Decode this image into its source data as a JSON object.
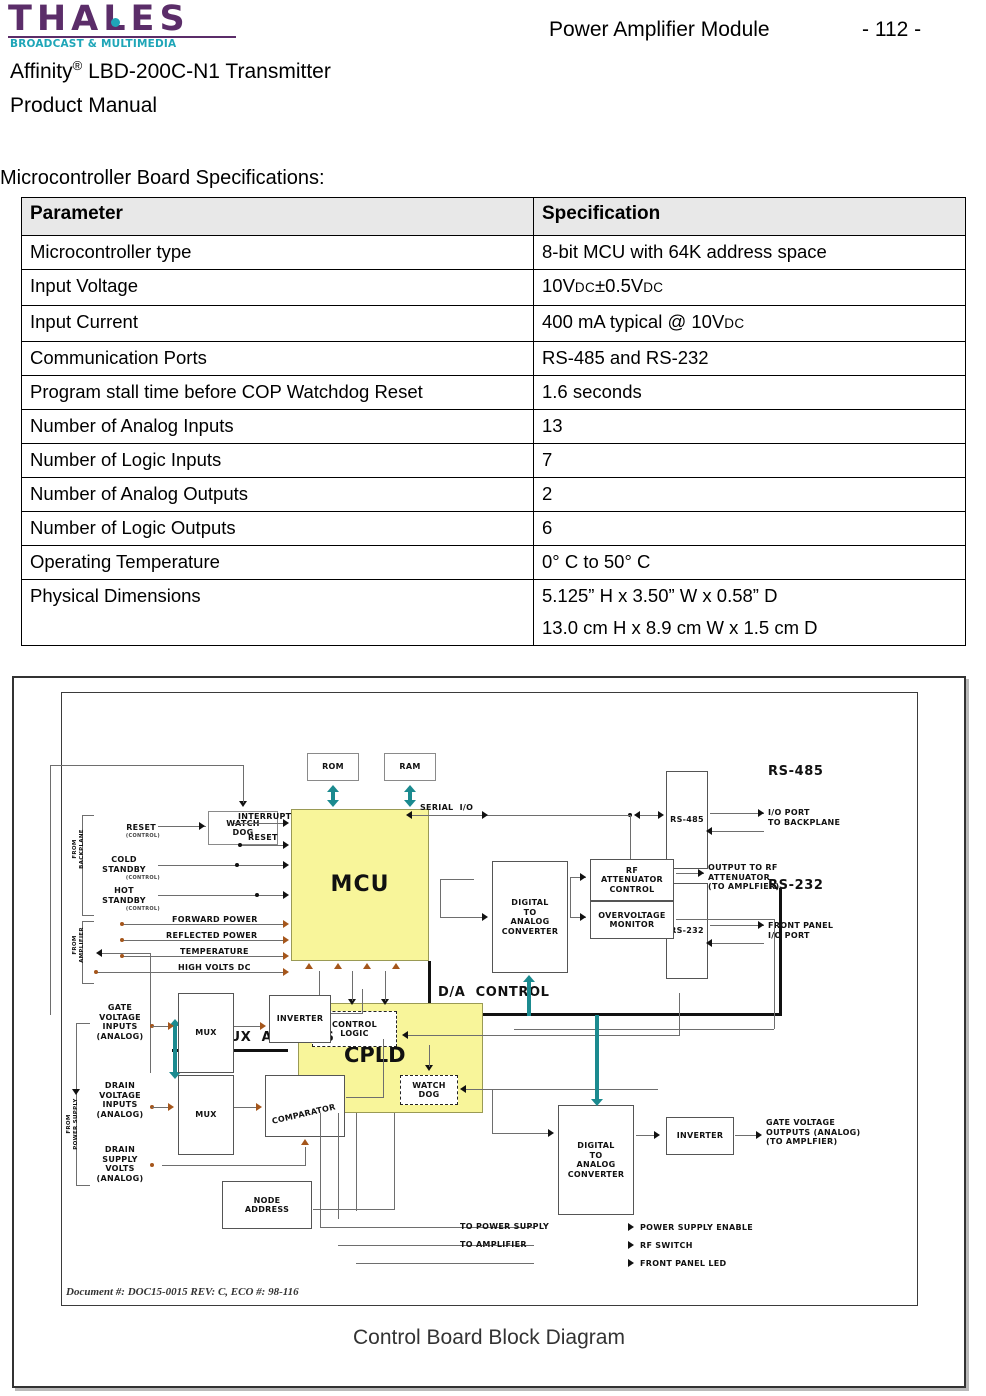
{
  "header": {
    "logo_word": "THALES",
    "logo_sub": "BROADCAST & MULTIMEDIA",
    "running_title": "Power Amplifier Module",
    "page_number": "- 112 -",
    "product_line1_pre": "Affinity",
    "product_line1_reg": "®",
    "product_line1_post": " LBD-200C-N1 Transmitter",
    "product_line2": "Product Manual"
  },
  "section": {
    "label": "Microcontroller Board Specifications:"
  },
  "table": {
    "headers": [
      "Parameter",
      "Specification"
    ],
    "rows": [
      {
        "parameter": "Microcontroller type",
        "spec": "8-bit MCU with 64K address space"
      },
      {
        "parameter": "Input Voltage",
        "spec_parts": [
          "10V",
          "DC",
          "±0.5V",
          "DC"
        ],
        "spec": "10VDC±0.5VDC"
      },
      {
        "parameter": "Input Current",
        "spec_parts": [
          "400 mA typical @ 10V",
          "DC"
        ],
        "spec": "400 mA typical @ 10VDC"
      },
      {
        "parameter": "Communication Ports",
        "spec": "RS-485 and RS-232"
      },
      {
        "parameter": "Program stall time before COP Watchdog Reset",
        "spec": "1.6 seconds"
      },
      {
        "parameter": "Number of Analog Inputs",
        "spec": "13"
      },
      {
        "parameter": "Number of Logic Inputs",
        "spec": "7"
      },
      {
        "parameter": "Number of Analog Outputs",
        "spec": "2"
      },
      {
        "parameter": "Number of Logic Outputs",
        "spec": "6"
      },
      {
        "parameter": "Operating Temperature",
        "spec": "0° C to 50° C"
      },
      {
        "parameter": "Physical Dimensions",
        "spec": "5.125” H x 3.50” W x 0.58” D",
        "spec2": "13.0 cm H x 8.9 cm W x 1.5 cm D"
      }
    ]
  },
  "figure": {
    "caption": "Control Board Block Diagram",
    "doc_rev": "Document #: DOC15-0015   REV: C, ECO #: 98-116",
    "blocks": {
      "rom": "ROM",
      "ram": "RAM",
      "mcu": "MCU",
      "cpld": "CPLD",
      "watchdog_top": "WATCH\nDOG",
      "watchdog_cpld": "WATCH\nDOG",
      "control_logic": "CONTROL\nLOGIC",
      "rs485": "RS-485",
      "rs232": "RS-232",
      "dac1": "DIGITAL\nTO\nANALOG\nCONVERTER",
      "dac2": "DIGITAL\nTO\nANALOG\nCONVERTER",
      "rf_atten": "RF\nATTENUATOR\nCONTROL",
      "overvoltage": "OVERVOLTAGE\nMONITOR",
      "mux1": "MUX",
      "mux2": "MUX",
      "inverter1": "INVERTER",
      "inverter2": "INVERTER",
      "comparator": "COMPARATOR",
      "node_address": "NODE\nADDRESS"
    },
    "signals": {
      "interrupt": "INTERRUPT",
      "reset_mcu": "RESET",
      "reset_in": "RESET",
      "reset_in_note": "(CONTROL)",
      "cold_standby": "COLD\nSTANDBY",
      "cold_standby_note": "(CONTROL)",
      "hot_standby": "HOT\nSTANDBY",
      "hot_standby_note": "(CONTROL)",
      "forward_power": "FORWARD POWER",
      "reflected_power": "REFLECTED POWER",
      "temperature": "TEMPERATURE",
      "high_volts_dc": "HIGH VOLTS DC",
      "serial_io": "SERIAL  I/O",
      "da_control": "D/A  CONTROL",
      "mux_address": "MUX  ADDRESS",
      "gate_voltage_inputs": "GATE\nVOLTAGE\nINPUTS\n(ANALOG)",
      "drain_voltage_inputs": "DRAIN\nVOLTAGE\nINPUTS\n(ANALOG)",
      "drain_supply_volts": "DRAIN\nSUPPLY\nVOLTS\n(ANALOG)",
      "from_backplane": "FROM\nBACKPLANE",
      "from_amplifier": "FROM\nAMPLIFIER",
      "from_power_supply": "FROM\nPOWER SUPPLY",
      "rs485_title": "RS-485",
      "rs485_desc": "I/O PORT\nTO BACKPLANE",
      "rs232_title": "RS-232",
      "rs232_desc": "FRONT PANEL\nI/O PORT",
      "output_rf_atten": "OUTPUT TO RF\nATTENUATOR\n(TO AMPLFIER)",
      "gate_voltage_outputs": "GATE VOLTAGE\nOUTPUTS (ANALOG)\n(TO AMPLFIER)",
      "to_power_supply": "TO POWER SUPPLY",
      "to_amplifier": "TO AMPLIFIER",
      "power_supply_enable": "POWER SUPPLY ENABLE",
      "rf_switch": "RF SWITCH",
      "front_panel_led": "FRONT PANEL LED"
    }
  },
  "colors": {
    "brand_purple": "#5b2d69",
    "brand_teal": "#1fa6b8",
    "chip_yellow": "#f8f59a",
    "arrow_teal": "#1b8a8f",
    "arrow_brown": "#a5561b",
    "table_header_bg": "#e8e8e8"
  }
}
